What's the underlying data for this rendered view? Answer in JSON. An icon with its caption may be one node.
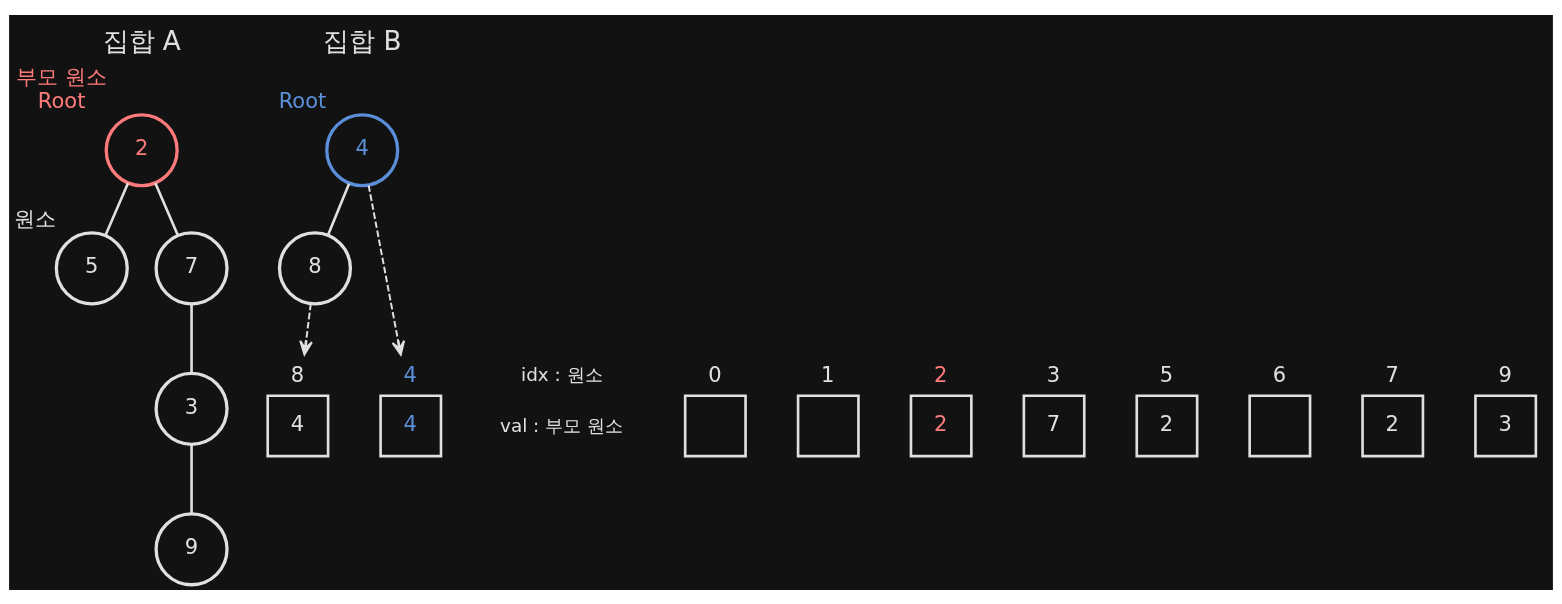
{
  "diagram": {
    "nodes": [
      {
        "text": [
          "2"
        ],
        "beside": [
          "부모 원소",
          "Root"
        ]
      },
      {
        "text": [
          "5"
        ],
        "beside": [
          "원소"
        ]
      },
      {
        "text": [
          "7"
        ]
      },
      {
        "text": [
          "3"
        ]
      },
      {
        "text": [
          "9"
        ]
      },
      {
        "text": [
          "4"
        ],
        "beside": [
          "Root"
        ]
      },
      {
        "text": [
          "8"
        ]
      },
      {
        "text": [
          "0"
        ]
      },
      {
        "text": [
          "1"
        ]
      },
      {
        "text": [
          "2",
          "2"
        ]
      },
      {
        "text": [
          "3",
          "7"
        ]
      },
      {
        "text": [
          "4",
          "4"
        ]
      },
      {
        "text": [
          "5",
          "2"
        ]
      },
      {
        "text": [
          "6"
        ]
      },
      {
        "text": [
          "7",
          "2"
        ]
      },
      {
        "text": [
          "8",
          "4"
        ]
      },
      {
        "text": [
          "9",
          "3"
        ]
      }
    ],
    "edges": [
      {
        "from": 0,
        "to": 1,
        "arrow": "none"
      },
      {
        "from": 0,
        "to": 2,
        "arrow": "none"
      },
      {
        "from": 2,
        "to": 3,
        "arrow": "none"
      },
      {
        "from": 3,
        "to": 4,
        "arrow": "none"
      },
      {
        "from": 5,
        "to": 6,
        "arrow": "none"
      },
      {
        "from": 5,
        "to": 11,
        "arrow": "to",
        "style": "dashed"
      },
      {
        "from": 6,
        "to": 15,
        "arrow": "to",
        "style": "dashed"
      }
    ],
    "labels": [
      "집합 A",
      "집합 B",
      "idx : 원소",
      "val : 부모 원소"
    ]
  }
}
